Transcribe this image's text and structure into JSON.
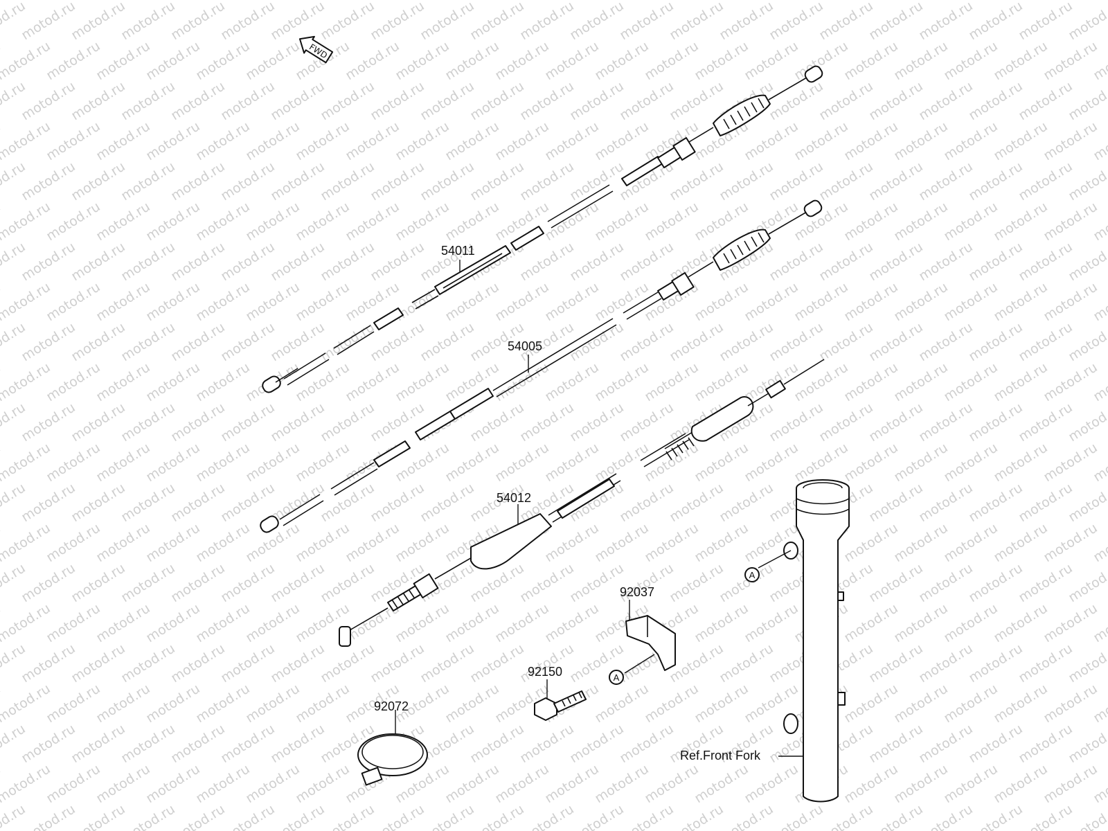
{
  "watermark": "motod.ru",
  "direction_badge": "FWD",
  "callouts": {
    "p54011": "54011",
    "p54005": "54005",
    "p54012": "54012",
    "p92037": "92037",
    "p92150": "92150",
    "p92072": "92072",
    "ref_front_fork": "Ref.Front Fork",
    "ref_mark_a": "A"
  },
  "colors": {
    "line": "#111111",
    "watermark": "#cfcfcf",
    "background": "#ffffff"
  }
}
